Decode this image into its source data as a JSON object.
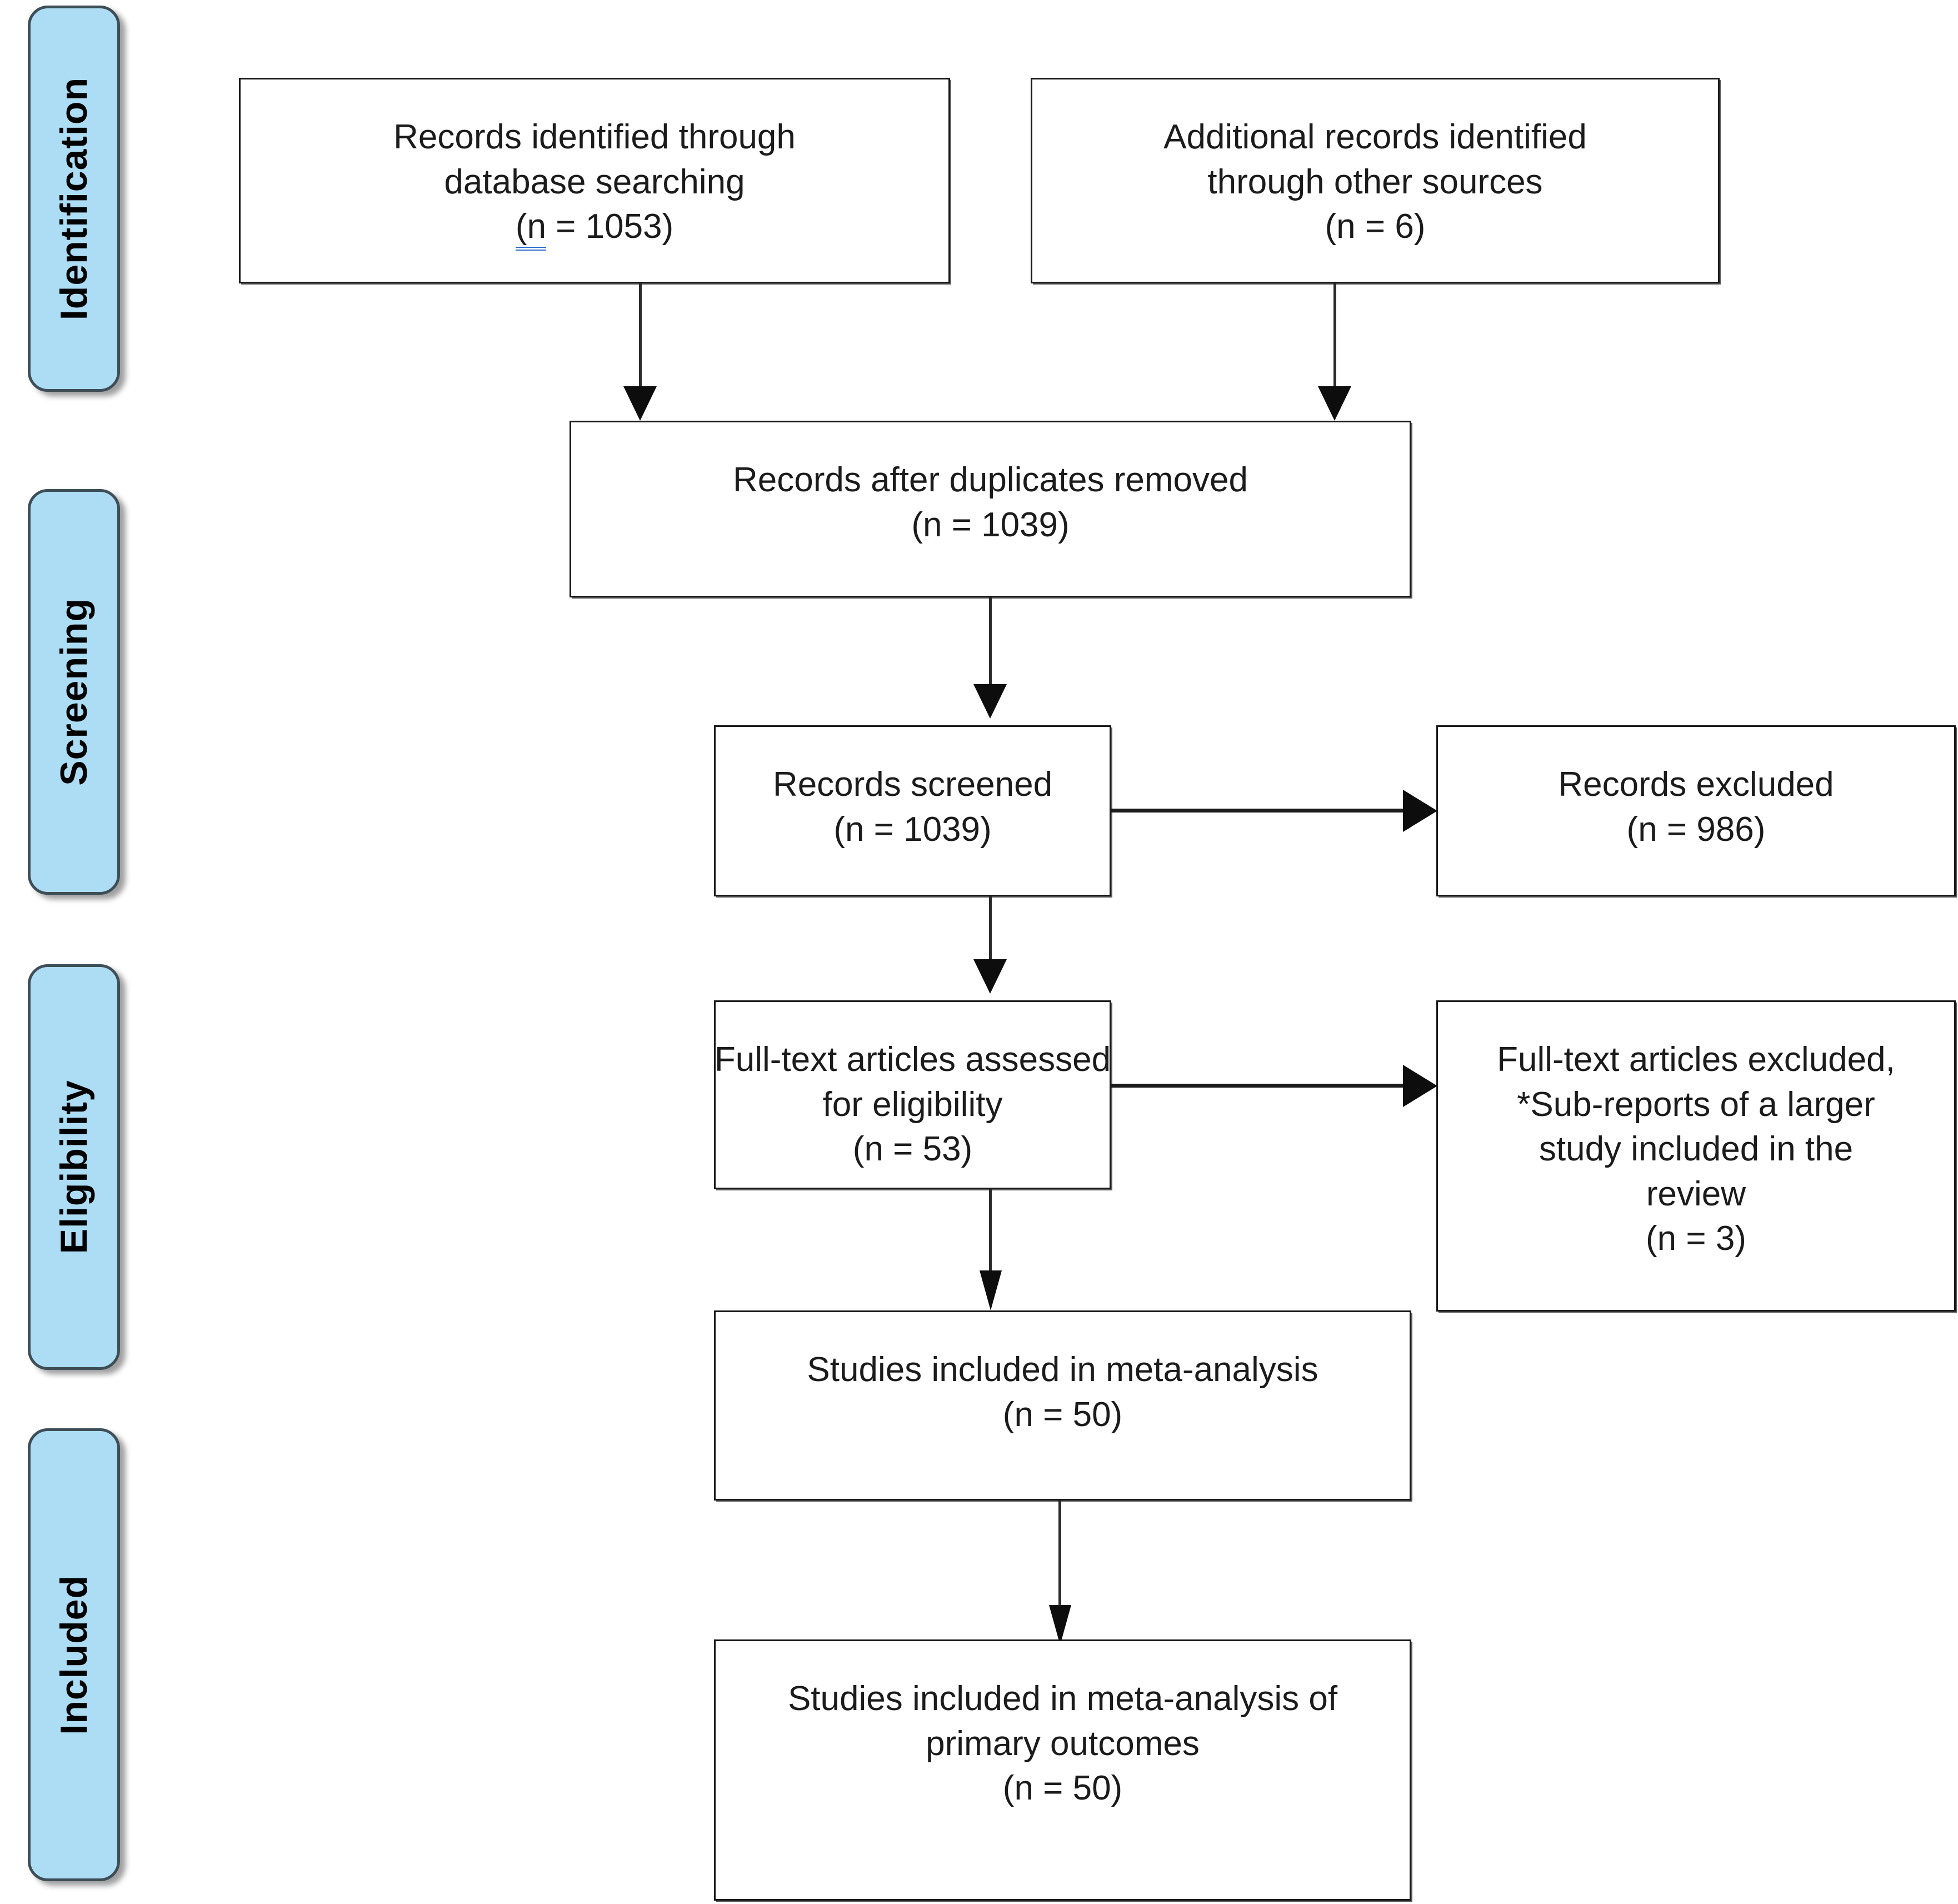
{
  "diagram": {
    "title": "PRISMA flow diagram",
    "accent_color": "#ADDDF4",
    "border_color": "#3E4E57",
    "box_border_color": "#1a1a1a",
    "spellcheck_color": "#2f6fd0"
  },
  "stages": [
    {
      "label": "Identification"
    },
    {
      "label": "Screening"
    },
    {
      "label": "Eligibility"
    },
    {
      "label": "Included"
    }
  ],
  "boxes": {
    "db_search": {
      "line1": "Records identified through",
      "line2": "database searching",
      "count_prefix": "(n",
      "count_rest": " = 1053)"
    },
    "other_sources": {
      "line1": "Additional records identified",
      "line2": "through other sources",
      "count": "(n = 6)"
    },
    "duplicates_removed": {
      "line1": "Records after duplicates removed",
      "count": "(n = 1039)"
    },
    "records_screened": {
      "line1": "Records screened",
      "count": "(n = 1039)"
    },
    "records_excluded": {
      "line1": "Records excluded",
      "count": "(n = 986)"
    },
    "fulltext_assessed": {
      "line1": "Full-text articles assessed",
      "line2": "for eligibility",
      "count": "(n = 53)"
    },
    "fulltext_excluded": {
      "line1": "Full-text articles excluded,",
      "line2": "*Sub-reports of a larger",
      "line3": "study included in the",
      "line4": "review",
      "count": "(n = 3)"
    },
    "included_meta": {
      "line1": "Studies included in meta-analysis",
      "count": "(n = 50)"
    },
    "included_primary": {
      "line1": "Studies included in meta-analysis of",
      "line2": "primary outcomes",
      "count": "(n = 50)"
    }
  },
  "chart_data": {
    "type": "diagram",
    "title": "PRISMA flow diagram",
    "nodes": [
      {
        "id": "db_search",
        "stage": "Identification",
        "label": "Records identified through database searching",
        "n": 1053
      },
      {
        "id": "other_sources",
        "stage": "Identification",
        "label": "Additional records identified through other sources",
        "n": 6
      },
      {
        "id": "duplicates_removed",
        "stage": "Screening",
        "label": "Records after duplicates removed",
        "n": 1039
      },
      {
        "id": "records_screened",
        "stage": "Screening",
        "label": "Records screened",
        "n": 1039
      },
      {
        "id": "records_excluded",
        "stage": "Screening",
        "label": "Records excluded",
        "n": 986
      },
      {
        "id": "fulltext_assessed",
        "stage": "Eligibility",
        "label": "Full-text articles assessed for eligibility",
        "n": 53
      },
      {
        "id": "fulltext_excluded",
        "stage": "Eligibility",
        "label": "Full-text articles excluded, *Sub-reports of a larger study included in the review",
        "n": 3
      },
      {
        "id": "included_meta",
        "stage": "Included",
        "label": "Studies included in meta-analysis",
        "n": 50
      },
      {
        "id": "included_primary",
        "stage": "Included",
        "label": "Studies included in meta-analysis of primary outcomes",
        "n": 50
      }
    ],
    "edges": [
      {
        "from": "db_search",
        "to": "duplicates_removed"
      },
      {
        "from": "other_sources",
        "to": "duplicates_removed"
      },
      {
        "from": "duplicates_removed",
        "to": "records_screened"
      },
      {
        "from": "records_screened",
        "to": "records_excluded"
      },
      {
        "from": "records_screened",
        "to": "fulltext_assessed"
      },
      {
        "from": "fulltext_assessed",
        "to": "fulltext_excluded"
      },
      {
        "from": "fulltext_assessed",
        "to": "included_meta"
      },
      {
        "from": "included_meta",
        "to": "included_primary"
      }
    ]
  }
}
